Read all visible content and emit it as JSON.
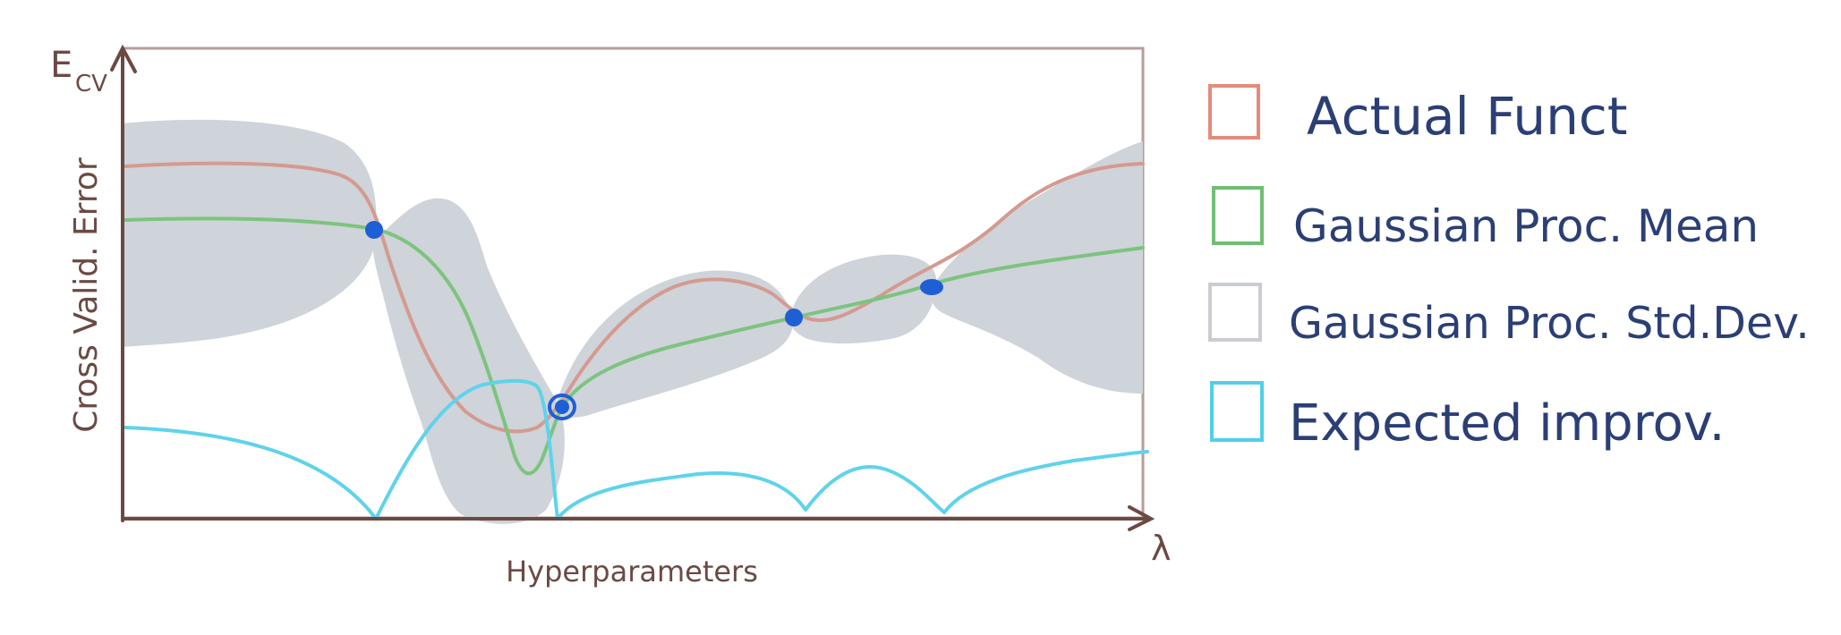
{
  "axes": {
    "y_symbol": "E",
    "y_symbol_sub": "CV",
    "y_label": "Cross Valid. Error",
    "x_label": "Hyperparameters",
    "x_symbol": "λ"
  },
  "legend": [
    {
      "label": "Actual Funct",
      "color": "#e48a7c"
    },
    {
      "label": "Gaussian Proc. Mean",
      "color": "#6fbf73"
    },
    {
      "label": "Gaussian Proc. Std.Dev.",
      "color": "#c9ccd3"
    },
    {
      "label": "Expected improv.",
      "color": "#4fd0e8"
    }
  ],
  "colors": {
    "axis": "#6b4a44",
    "actual": "#d49a90",
    "mean": "#7cc47e",
    "band": "#cfd3da",
    "improvement": "#5fd3ea",
    "sample_point": "#1f5fd6"
  },
  "observations": {
    "count": 4,
    "marker": "dot"
  }
}
